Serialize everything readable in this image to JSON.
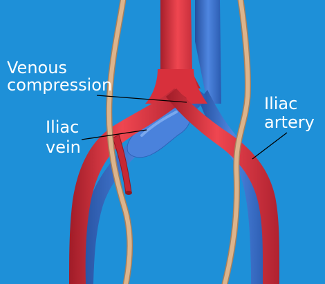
{
  "labels": {
    "venous_compression": [
      "Venous",
      "compression"
    ],
    "iliac_vein": [
      "Iliac",
      "vein"
    ],
    "iliac_artery": [
      "Iliac",
      "artery"
    ]
  },
  "colors": {
    "background": "#1e90d8",
    "artery": "#d8303c",
    "artery_dark": "#a01c28",
    "vein": "#3a6fcf",
    "vein_dark": "#244f9e",
    "ureter": "#d8b08a",
    "ureter_dark": "#a8805c",
    "label_text": "#ffffff",
    "leader_line": "#000000"
  }
}
